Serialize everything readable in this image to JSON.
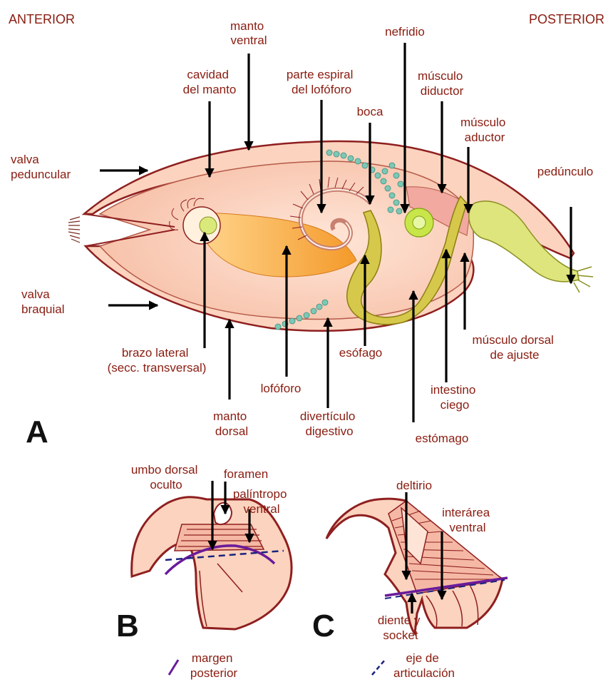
{
  "colors": {
    "label": "#8a1c10",
    "shell_fill": "#fbd9c6",
    "shell_outline": "#8f1f1f",
    "lophophore": "#f7a53a",
    "gut": "#d6c84a",
    "pedicle": "#d9e47a",
    "nephridium": "#c8e64a",
    "digestive_beads": "#55b3a0",
    "articulation_axis": "#1a237e",
    "posterior_margin": "#6a1b9a"
  },
  "orientation": {
    "anterior": "ANTERIOR",
    "posterior": "POSTERIOR"
  },
  "panels": {
    "a": "A",
    "b": "B",
    "c": "C"
  },
  "labels_a": {
    "manto_ventral": [
      "manto",
      "ventral"
    ],
    "nefridio": [
      "nefridio"
    ],
    "cavidad_manto": [
      "cavidad",
      "del manto"
    ],
    "parte_espiral": [
      "parte espiral",
      "del lofóforo"
    ],
    "boca": [
      "boca"
    ],
    "musculo_diductor": [
      "músculo",
      "diductor"
    ],
    "musculo_aductor": [
      "músculo",
      "aductor"
    ],
    "valva_peduncular": [
      "valva",
      "peduncular"
    ],
    "pedunculo": [
      "pedúnculo"
    ],
    "valva_braquial": [
      "valva",
      "braquial"
    ],
    "brazo_lateral": [
      "brazo lateral",
      "(secc. transversal)"
    ],
    "esofago": [
      "esófago"
    ],
    "musculo_dorsal_ajuste": [
      "músculo dorsal",
      "de ajuste"
    ],
    "lofoforo": [
      "lofóforo"
    ],
    "intestino_ciego": [
      "intestino",
      "ciego"
    ],
    "manto_dorsal": [
      "manto",
      "dorsal"
    ],
    "diverticulo_digestivo": [
      "divertículo",
      "digestivo"
    ],
    "estomago": [
      "estómago"
    ]
  },
  "labels_b": {
    "umbo_dorsal": [
      "umbo dorsal",
      "oculto"
    ],
    "foramen": [
      "foramen"
    ],
    "palintropo": [
      "palíntropo",
      "ventral"
    ]
  },
  "labels_c": {
    "deltirio": [
      "deltirio"
    ],
    "interarea": [
      "interárea",
      "ventral"
    ],
    "diente_socket": [
      "diente y",
      "socket"
    ]
  },
  "legend": {
    "margen_posterior": [
      "margen",
      "posterior"
    ],
    "eje_articulacion": [
      "eje de",
      "articulación"
    ]
  }
}
